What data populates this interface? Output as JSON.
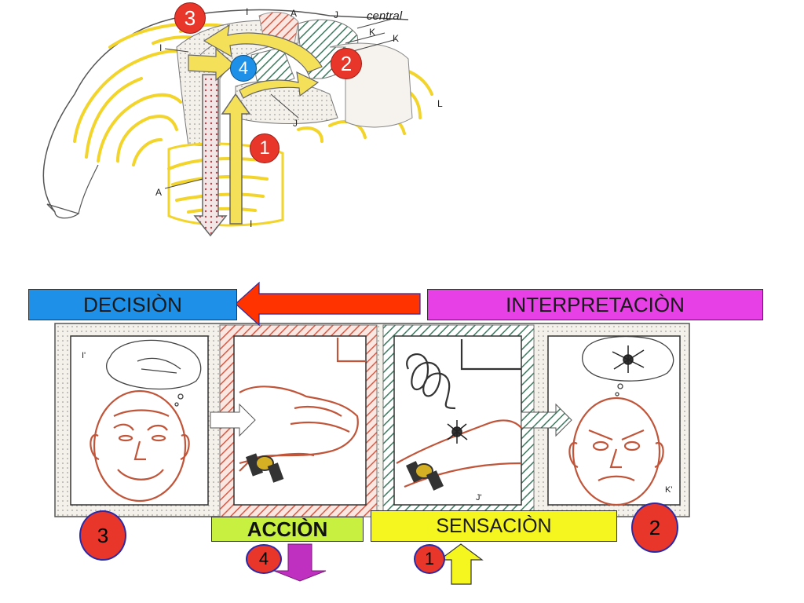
{
  "brain": {
    "label_central": "central",
    "letters": [
      "I",
      "A",
      "J",
      "K",
      "K",
      "I",
      "J",
      "A",
      "L",
      "I"
    ],
    "badges": [
      "3",
      "2",
      "4",
      "1"
    ]
  },
  "process": {
    "decision_label": "DECISIÒN",
    "interpretation_label": "INTERPRETACIÒN",
    "action_label": "ACCIÒN",
    "sensation_label": "SENSACIÒN"
  },
  "bottom_badges": {
    "left_big": "3",
    "right_big": "2",
    "action_small": "4",
    "sensation_small": "1"
  },
  "panel_marks": {
    "panel1": "I'",
    "panel3": "J'",
    "panel4": "K'"
  },
  "colors": {
    "decision_box": "#1e90e8",
    "interpretation_box": "#e640e6",
    "action_box": "#c8f040",
    "sensation_box": "#f5f520",
    "arrow_red": "#ff3300",
    "arrow_yellow": "#f5e05a",
    "arrow_magenta": "#c030c0",
    "brain_yellow": "#f2d42a",
    "red_hatch": "#d85a45",
    "green_hatch": "#3d7a60"
  }
}
